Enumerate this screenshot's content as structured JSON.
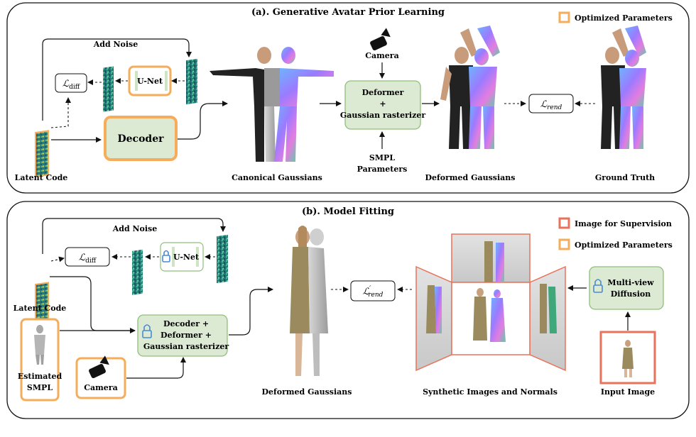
{
  "panel_a": {
    "title": "(a). Generative Avatar Prior Learning",
    "legend_optimized": "Optimized Parameters",
    "add_noise": "Add Noise",
    "loss_diff_main": "ℒ",
    "loss_diff_sub": "diff",
    "unet": "U-Net",
    "decoder": "Decoder",
    "camera": "Camera",
    "deformer_line1": "Deformer",
    "deformer_plus": "+",
    "deformer_line2": "Gaussian rasterizer",
    "smpl_line1": "SMPL",
    "smpl_line2": "Parameters",
    "loss_rend_main": "ℒ",
    "loss_rend_sub": "rend",
    "latent_code": "Latent Code",
    "canonical": "Canonical Gaussians",
    "deformed": "Deformed Gaussians",
    "ground_truth": "Ground Truth"
  },
  "panel_b": {
    "title": "(b). Model Fitting",
    "legend_supervision": "Image for Supervision",
    "legend_optimized": "Optimized Parameters",
    "add_noise": "Add Noise",
    "loss_diff_main": "ℒ",
    "loss_diff_sub": "diff",
    "unet": "U-Net",
    "latent_code": "Latent Code",
    "fitting_line1": "Decoder +",
    "fitting_line2": "Deformer +",
    "fitting_line3": "Gaussian rasterizer",
    "estimated_line1": "Estimated",
    "estimated_line2": "SMPL",
    "camera": "Camera",
    "deformed": "Deformed Gaussians",
    "loss_rend_main": "ℒ",
    "loss_rend_prime": "′",
    "loss_rend_sub": "rend",
    "synthetic": "Synthetic Images and Normals",
    "mv_line1": "Multi-view",
    "mv_line2": "Diffusion",
    "input_image": "Input Image"
  },
  "colors": {
    "orange": "#f6ad5b",
    "green_fill": "#dcead3",
    "green_stroke": "#8fbf7a",
    "red_stroke": "#e8735a",
    "teal": "#1f7a6e",
    "skin": "#c89c7a",
    "shirt": "#222222",
    "coat": "#9a8a5e"
  }
}
